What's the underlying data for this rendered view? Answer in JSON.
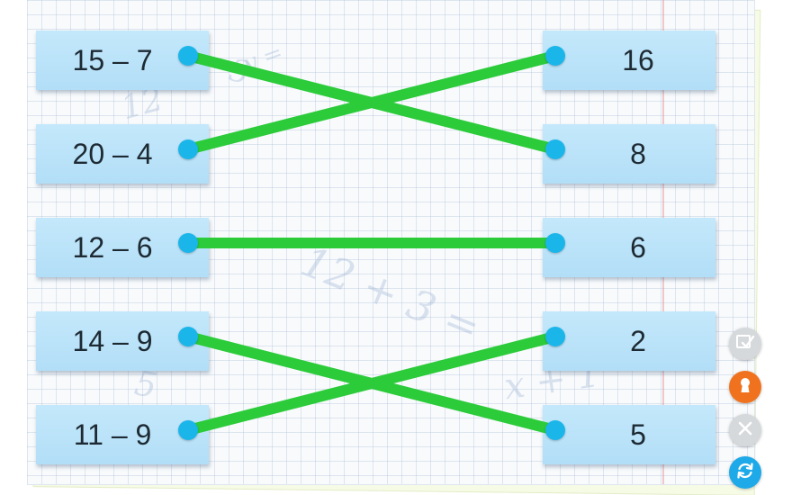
{
  "exercise": {
    "left_items": [
      {
        "label": "15 – 7"
      },
      {
        "label": "20 – 4"
      },
      {
        "label": "12 – 6"
      },
      {
        "label": "14 – 9"
      },
      {
        "label": "11 – 9"
      }
    ],
    "right_items": [
      {
        "label": "16"
      },
      {
        "label": "8"
      },
      {
        "label": "6"
      },
      {
        "label": "2"
      },
      {
        "label": "5"
      }
    ],
    "connections": [
      {
        "from": 0,
        "to": 1
      },
      {
        "from": 1,
        "to": 0
      },
      {
        "from": 2,
        "to": 2
      },
      {
        "from": 3,
        "to": 4
      },
      {
        "from": 4,
        "to": 3
      }
    ],
    "line_color": "#2ccb3a",
    "dot_color": "#1ab6ea",
    "card_color": "#bfe5fa"
  },
  "background": {
    "watermarks": [
      "12 + 3 =",
      "12",
      "x + 1",
      "5",
      "3",
      "y ="
    ]
  },
  "controls": {
    "check_icon": "check-icon",
    "hint_icon": "keyhole-icon",
    "clear_icon": "close-icon",
    "reset_icon": "refresh-icon",
    "hint_color": "#f0721e",
    "reset_color": "#1ea9e8"
  }
}
